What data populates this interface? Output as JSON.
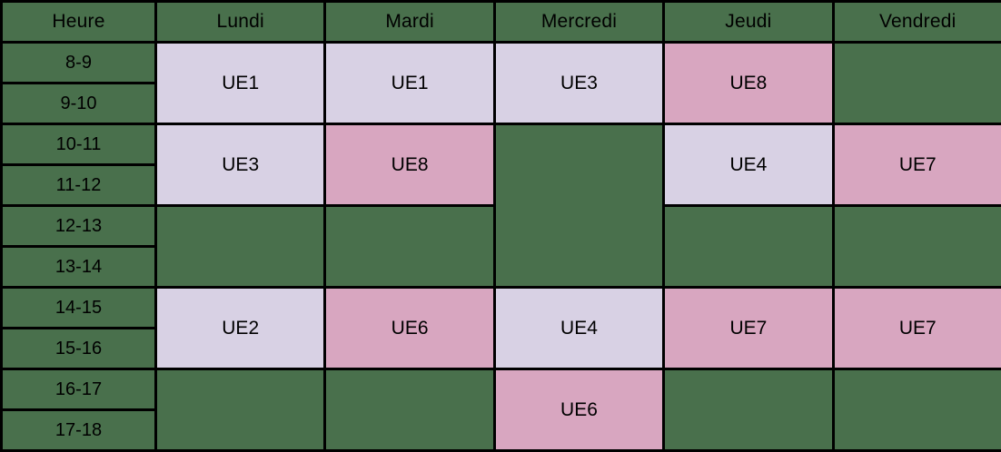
{
  "table": {
    "hour_header": "Heure",
    "days": [
      "Lundi",
      "Mardi",
      "Mercredi",
      "Jeudi",
      "Vendredi"
    ],
    "hours": [
      "8-9",
      "9-10",
      "10-11",
      "11-12",
      "12-13",
      "13-14",
      "14-15",
      "15-16",
      "16-17",
      "17-18"
    ],
    "colors": {
      "background": "#49704c",
      "lavender": "#d8d1e4",
      "pink": "#d8a6c0",
      "border": "#000000",
      "header_text": "#ffffff",
      "cell_text": "#111111"
    },
    "cells": {
      "lundi": [
        {
          "label": "UE1",
          "rows": 2,
          "color": "lavender"
        },
        {
          "label": "UE3",
          "rows": 2,
          "color": "lavender"
        },
        {
          "label": "",
          "rows": 2,
          "color": "empty"
        },
        {
          "label": "UE2",
          "rows": 2,
          "color": "lavender"
        },
        {
          "label": "",
          "rows": 2,
          "color": "empty"
        }
      ],
      "mardi": [
        {
          "label": "UE1",
          "rows": 2,
          "color": "lavender"
        },
        {
          "label": "UE8",
          "rows": 2,
          "color": "pink"
        },
        {
          "label": "",
          "rows": 2,
          "color": "empty"
        },
        {
          "label": "UE6",
          "rows": 2,
          "color": "pink"
        },
        {
          "label": "",
          "rows": 2,
          "color": "empty"
        }
      ],
      "mercredi": [
        {
          "label": "UE3",
          "rows": 2,
          "color": "lavender"
        },
        {
          "label": "",
          "rows": 4,
          "color": "empty"
        },
        {
          "label": "UE4",
          "rows": 2,
          "color": "lavender"
        },
        {
          "label": "UE6",
          "rows": 2,
          "color": "pink"
        }
      ],
      "jeudi": [
        {
          "label": "UE8",
          "rows": 2,
          "color": "pink"
        },
        {
          "label": "UE4",
          "rows": 2,
          "color": "lavender"
        },
        {
          "label": "",
          "rows": 2,
          "color": "empty"
        },
        {
          "label": "UE7",
          "rows": 2,
          "color": "pink"
        },
        {
          "label": "",
          "rows": 2,
          "color": "empty"
        }
      ],
      "vendredi": [
        {
          "label": "",
          "rows": 2,
          "color": "empty"
        },
        {
          "label": "UE7",
          "rows": 2,
          "color": "pink"
        },
        {
          "label": "",
          "rows": 2,
          "color": "empty"
        },
        {
          "label": "UE7",
          "rows": 2,
          "color": "pink"
        },
        {
          "label": "",
          "rows": 2,
          "color": "empty"
        }
      ]
    }
  }
}
